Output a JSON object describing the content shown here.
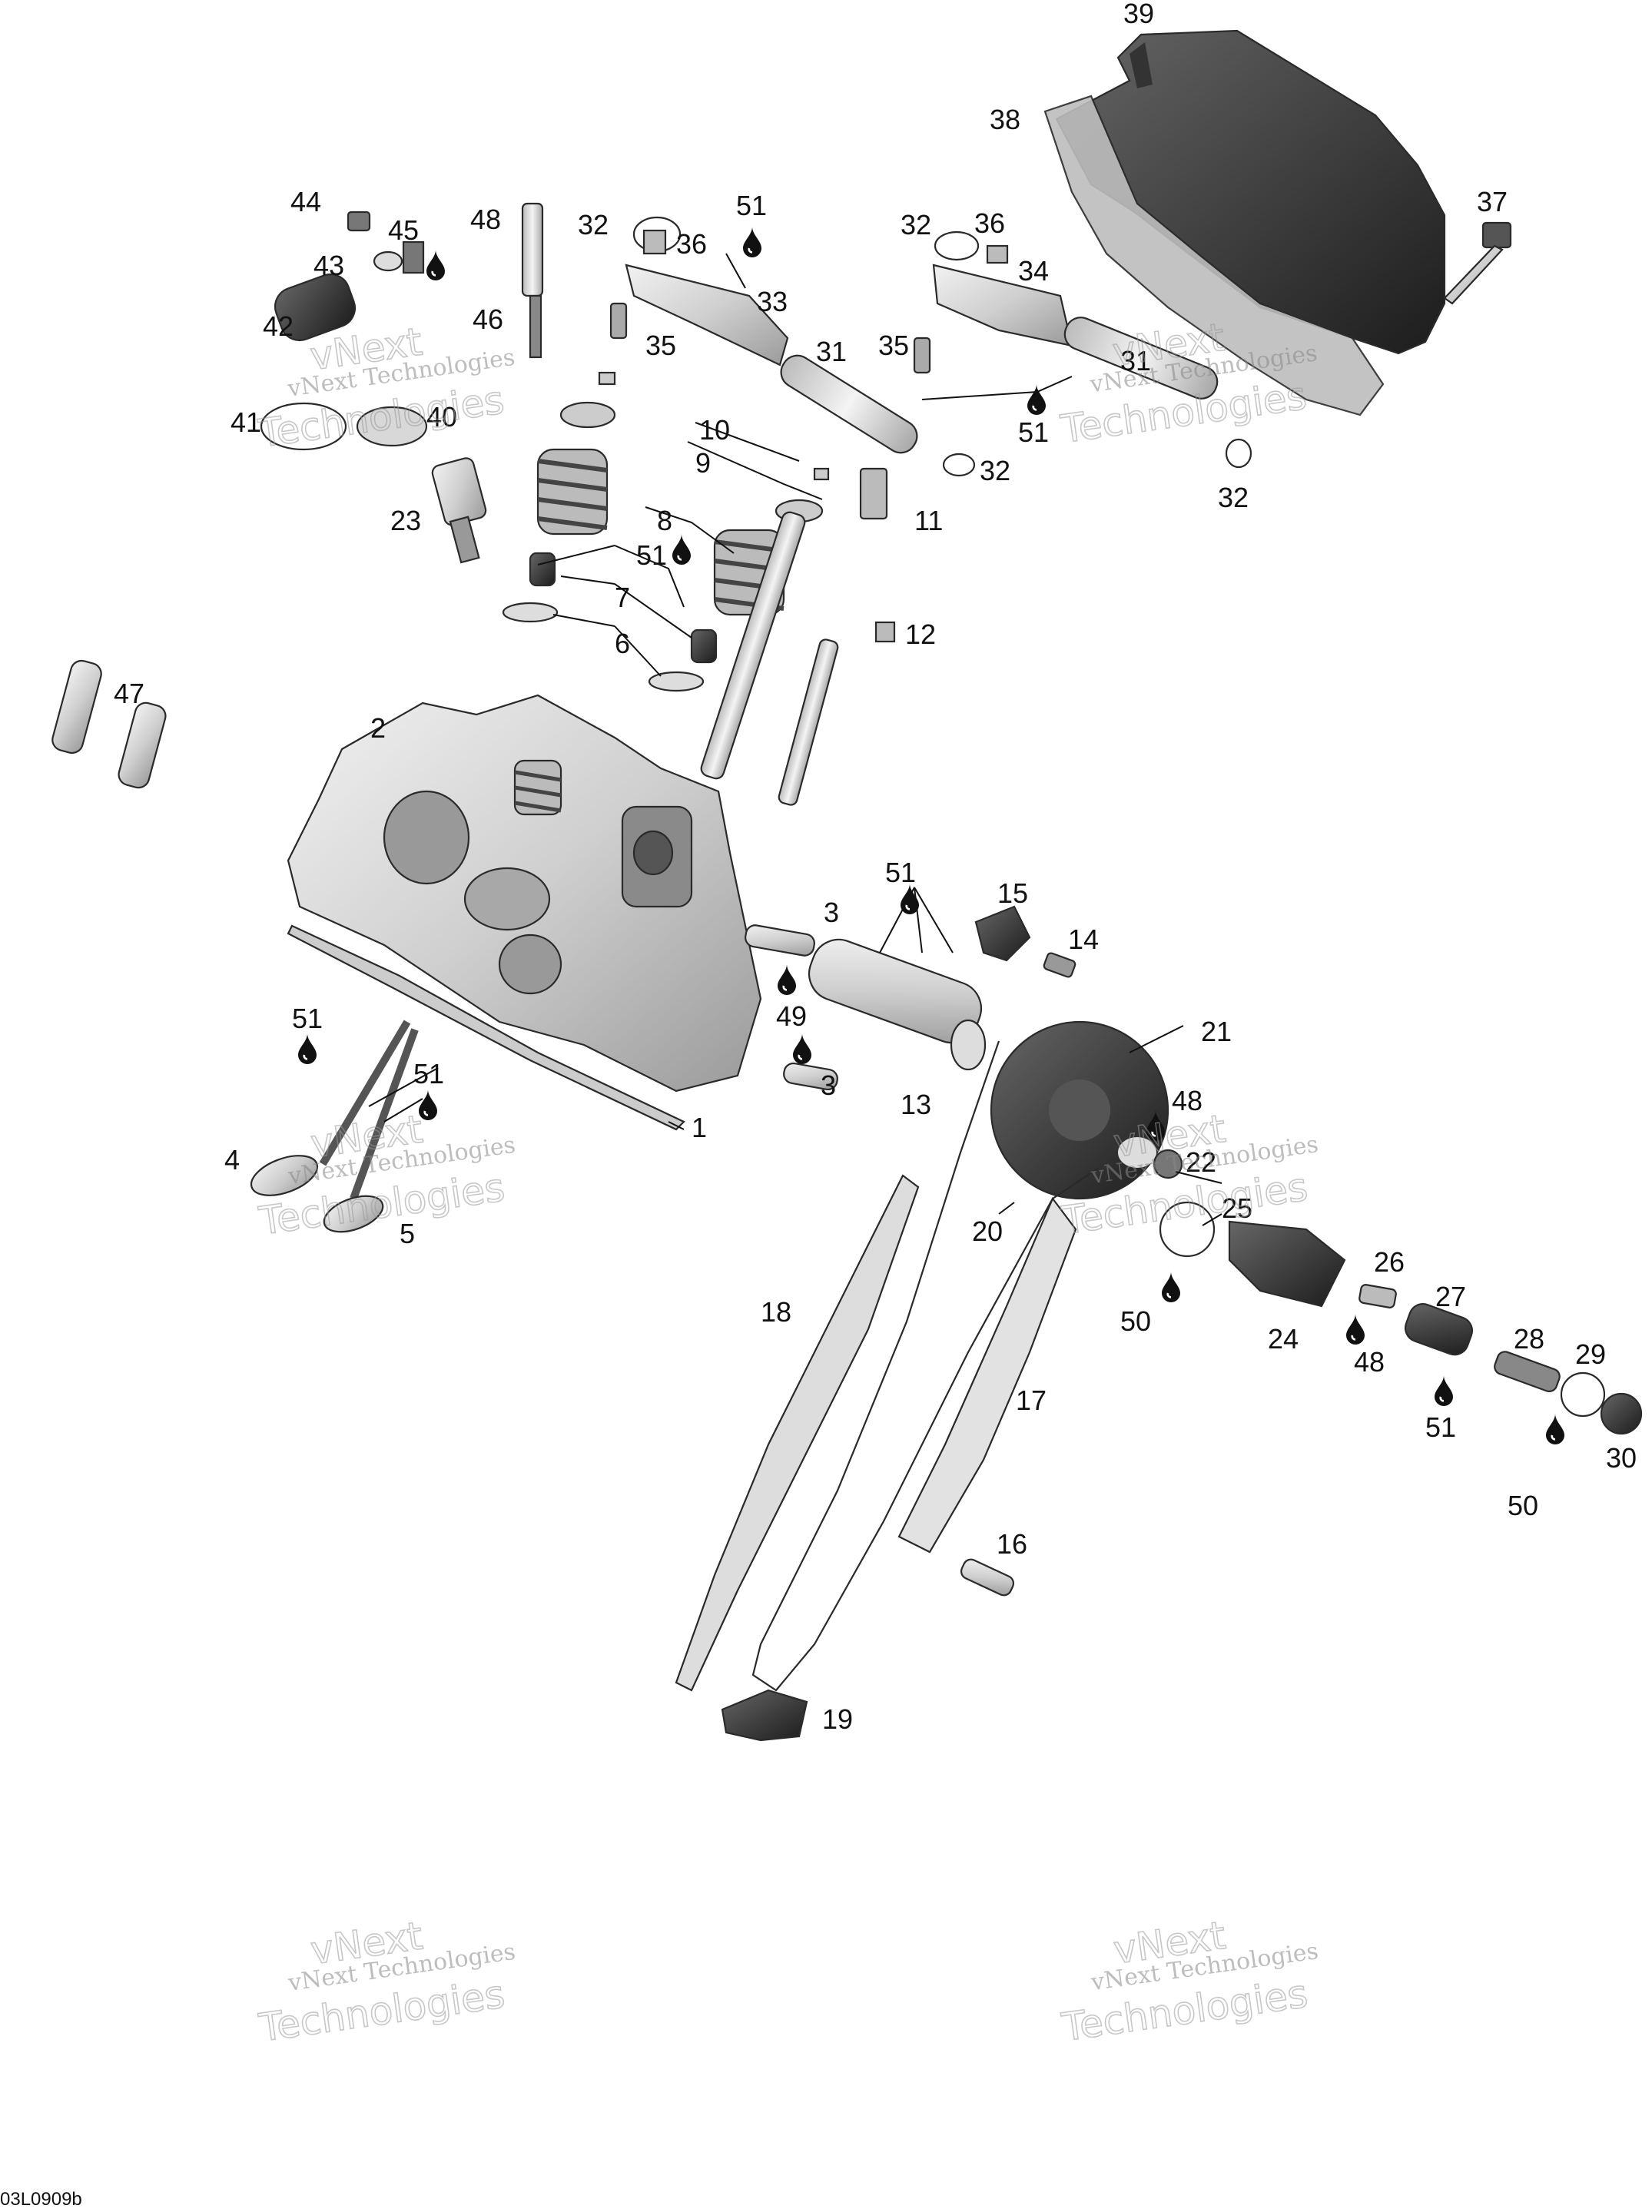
{
  "diagram": {
    "drawing_code": "03L0909b",
    "watermark_line1": "vNext Technologies",
    "watermark_line2": "Technologies",
    "watermark_small": "vNext",
    "oil_icon": "oil-drop-icon",
    "callouts": [
      "1",
      "2",
      "3",
      "3",
      "4",
      "5",
      "6",
      "7",
      "8",
      "9",
      "10",
      "11",
      "12",
      "13",
      "14",
      "15",
      "16",
      "17",
      "18",
      "19",
      "20",
      "21",
      "22",
      "23",
      "24",
      "25",
      "26",
      "27",
      "28",
      "29",
      "30",
      "31",
      "31",
      "32",
      "32",
      "32",
      "32",
      "33",
      "34",
      "35",
      "35",
      "36",
      "36",
      "37",
      "38",
      "39",
      "40",
      "41",
      "42",
      "43",
      "44",
      "45",
      "46",
      "47",
      "48",
      "48",
      "48",
      "49",
      "50",
      "50",
      "51",
      "51",
      "51",
      "51",
      "51",
      "51",
      "51",
      "51"
    ]
  }
}
